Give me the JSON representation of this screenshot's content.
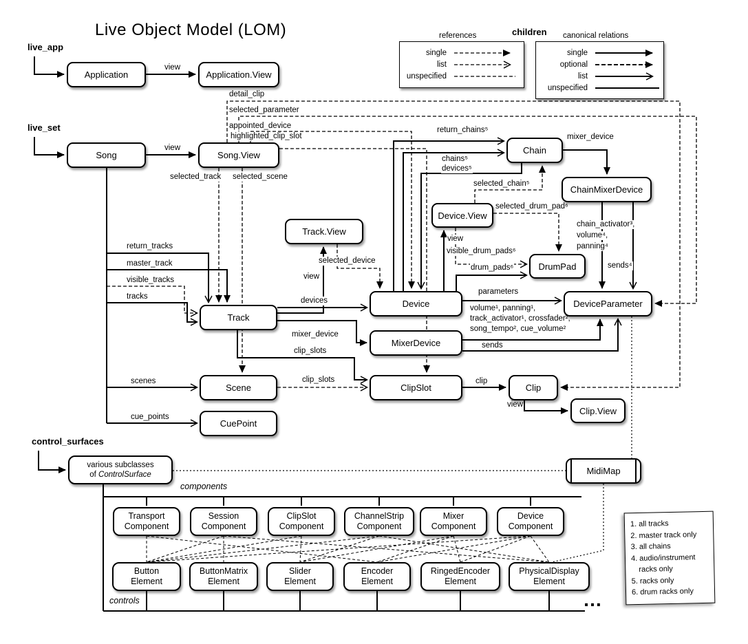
{
  "title": "Live Object Model (LOM)",
  "colors": {
    "ink": "#000000",
    "paper": "#ffffff"
  },
  "roots": {
    "live_app": "live_app",
    "live_set": "live_set",
    "control_surfaces": "control_surfaces"
  },
  "legend": {
    "references_title": "references",
    "references_items": [
      "single",
      "list",
      "unspecified"
    ],
    "children_label": "children",
    "canonical_title": "canonical relations",
    "canonical_items": [
      "single",
      "optional",
      "list",
      "unspecified"
    ]
  },
  "nodes": {
    "application": "Application",
    "application_view": "Application.View",
    "song": "Song",
    "song_view": "Song.View",
    "track_view": "Track.View",
    "track": "Track",
    "scene": "Scene",
    "cue_point": "CuePoint",
    "device": "Device",
    "device_view": "Device.View",
    "chain": "Chain",
    "chain_mixer_device": "ChainMixerDevice",
    "drum_pad": "DrumPad",
    "device_parameter": "DeviceParameter",
    "mixer_device": "MixerDevice",
    "clip_slot": "ClipSlot",
    "clip": "Clip",
    "clip_view": "Clip.View",
    "midi_map": "MidiMap",
    "control_surface_line1": "various subclasses",
    "control_surface_line2_prefix": "of ",
    "control_surface_line2_name": "ControlSurface",
    "components": [
      "Transport\nComponent",
      "Session\nComponent",
      "ClipSlot\nComponent",
      "ChannelStrip\nComponent",
      "Mixer\nComponent",
      "Device\nComponent"
    ],
    "elements": [
      "Button\nElement",
      "ButtonMatrix\nElement",
      "Slider\nElement",
      "Encoder\nElement",
      "RingedEncoder\nElement",
      "PhysicalDisplay\nElement"
    ]
  },
  "edges": {
    "view_app": "view",
    "view_song": "view",
    "detail_clip": "detail_clip",
    "selected_parameter": "selected_parameter",
    "appointed_device": "appointed_device",
    "highlighted_clip_slot": "highlighted_clip_slot",
    "selected_track": "selected_track",
    "selected_scene": "selected_scene",
    "return_tracks": "return_tracks",
    "master_track": "master_track",
    "visible_tracks": "visible_tracks",
    "tracks": "tracks",
    "scenes": "scenes",
    "cue_points": "cue_points",
    "view_track": "view",
    "selected_device": "selected_device",
    "devices": "devices",
    "mixer_device_track": "mixer_device",
    "clip_slots_track": "clip_slots",
    "clip_slots_scene": "clip_slots",
    "return_chains": "return_chains⁵",
    "chains": "chains⁵",
    "devices5": "devices⁵",
    "selected_chain": "selected_chain⁵",
    "mixer_device_chain": "mixer_device",
    "view_device": "view",
    "visible_drum_pads": "visible_drum_pads⁶",
    "drum_pads": "drum_pads⁶",
    "selected_drum_pad": "selected_drum_pad⁶",
    "chain_activator": "chain_activator³,",
    "volume4": "volume⁴,",
    "panning4": "panning⁴",
    "sends4": "sends⁴",
    "parameters": "parameters",
    "mparams1": "volume¹, panning¹,",
    "mparams2": "track_activator¹, crossfader²,",
    "mparams3": "song_tempo², cue_volume²",
    "sends": "sends",
    "clip": "clip",
    "view_clip": "view",
    "components_label": "components",
    "controls_label": "controls",
    "ellipsis": "…"
  },
  "footnotes": [
    "1. all tracks",
    "2. master track only",
    "3. all chains",
    "4. audio/instrument racks only",
    "5. racks only",
    "6. drum racks only"
  ]
}
